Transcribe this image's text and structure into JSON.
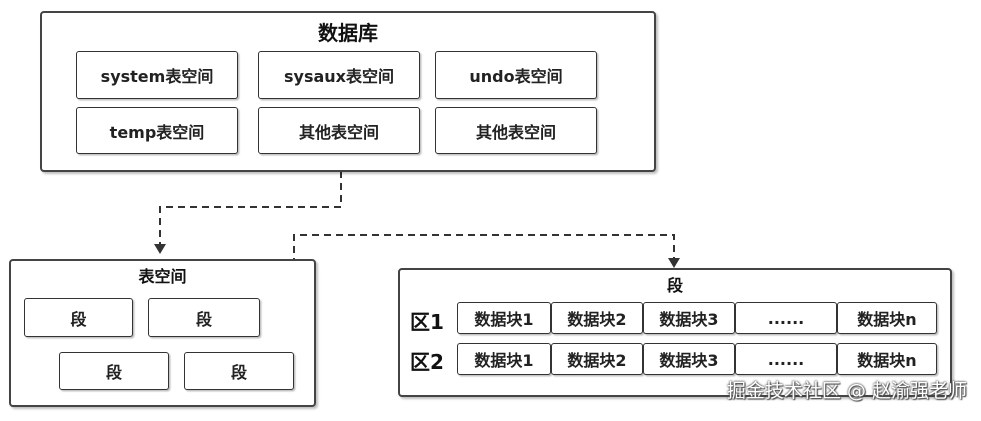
{
  "database": {
    "title": "数据库",
    "tablespaces": [
      "system表空间",
      "sysaux表空间",
      "undo表空间",
      "temp表空间",
      "其他表空间",
      "其他表空间"
    ]
  },
  "tablespace": {
    "title": "表空间",
    "segments": [
      "段",
      "段",
      "段",
      "段"
    ]
  },
  "segment": {
    "title": "段",
    "extents": [
      {
        "label": "区1",
        "blocks": [
          "数据块1",
          "数据块2",
          "数据块3",
          "......",
          "数据块n"
        ]
      },
      {
        "label": "区2",
        "blocks": [
          "数据块1",
          "数据块2",
          "数据块3",
          "......",
          "数据块n"
        ]
      }
    ]
  },
  "watermark": "掘金技术社区 @ 赵渝强老师"
}
